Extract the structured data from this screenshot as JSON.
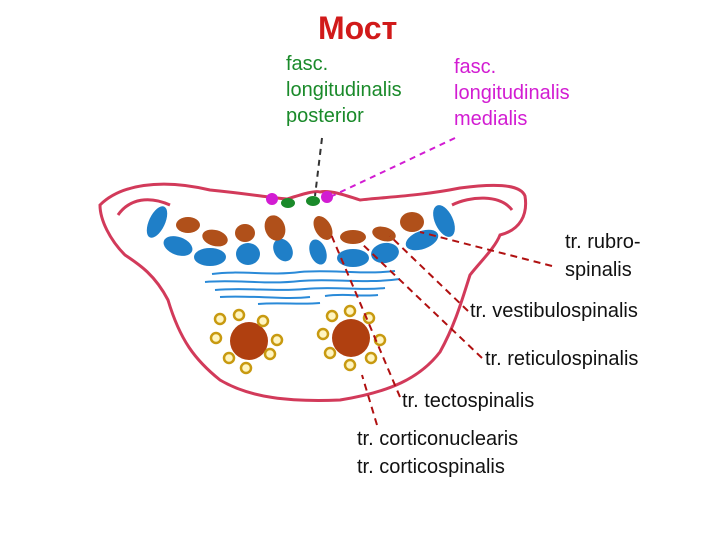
{
  "title": "Мост",
  "colors": {
    "title": "#d11a1a",
    "green_label": "#1a8a2a",
    "magenta_label": "#d21cd2",
    "outline": "#d23a5a",
    "blue_tract": "#1f7fc8",
    "brown_tract": "#b0501a",
    "nucleus": "#b04010",
    "satellite": "#e8c020",
    "fibers": "#2a8ad8",
    "pointer": "#b01010"
  },
  "labels": {
    "flp_line1": "fasc.",
    "flp_line2": "longitudinalis",
    "flp_line3": "posterior",
    "flm_line1": "fasc.",
    "flm_line2": "longitudinalis",
    "flm_line3": "medialis",
    "rubro_line1": "tr. rubro-",
    "rubro_line2": "spinalis",
    "vestibulo": "tr. vestibulospinalis",
    "reticulo": "tr. reticulospinalis",
    "tecto": "tr. tectospinalis",
    "corticonuc": "tr. corticonuclearis",
    "corticospin": "tr. corticospinalis"
  },
  "icons": {
    "nucleus": "pontine-nucleus-icon",
    "fibers": "transverse-fibers-icon"
  }
}
